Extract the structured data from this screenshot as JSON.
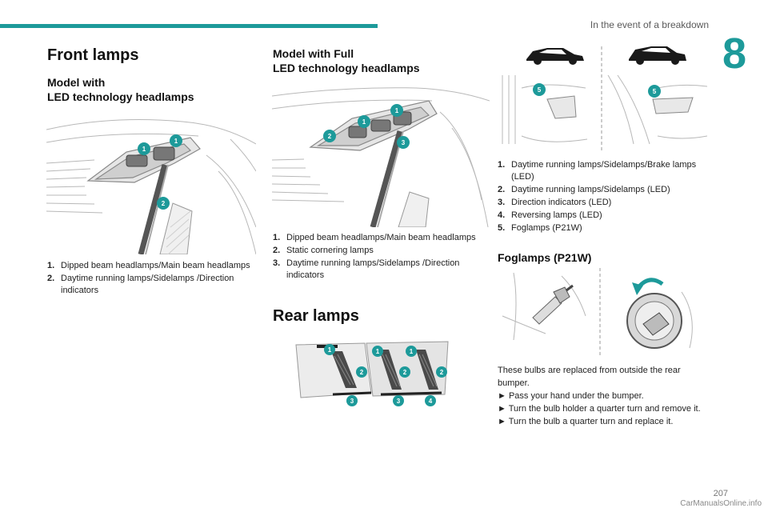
{
  "header": {
    "section_title": "In the event of a breakdown",
    "chapter_number": "8"
  },
  "footer": {
    "page_number": "207",
    "watermark": "CarManualsOnline.info"
  },
  "front_lamps": {
    "title": "Front lamps",
    "led_model": {
      "title_line1": "Model with",
      "title_line2": "LED technology headlamps",
      "markers": [
        "1",
        "1",
        "2"
      ],
      "legend": [
        {
          "num": "1.",
          "text": "Dipped beam headlamps/Main beam headlamps"
        },
        {
          "num": "2.",
          "text": "Daytime running lamps/Sidelamps /Direction indicators"
        }
      ]
    },
    "full_led_model": {
      "title_line1": "Model with Full",
      "title_line2": "LED technology headlamps",
      "markers": [
        "1",
        "1",
        "2",
        "3"
      ],
      "legend": [
        {
          "num": "1.",
          "text": "Dipped beam headlamps/Main beam headlamps"
        },
        {
          "num": "2.",
          "text": "Static cornering lamps"
        },
        {
          "num": "3.",
          "text": "Daytime running lamps/Sidelamps /Direction indicators"
        }
      ]
    }
  },
  "rear_lamps": {
    "title": "Rear lamps",
    "markers": [
      "1",
      "1",
      "1",
      "2",
      "2",
      "2",
      "3",
      "3",
      "4"
    ],
    "legend": [
      {
        "num": "1.",
        "text": "Daytime running lamps/Sidelamps/Brake lamps (LED)"
      },
      {
        "num": "2.",
        "text": "Daytime running lamps/Sidelamps (LED)"
      },
      {
        "num": "3.",
        "text": "Direction indicators (LED)"
      },
      {
        "num": "4.",
        "text": "Reversing lamps (LED)"
      },
      {
        "num": "5.",
        "text": "Foglamps (P21W)"
      }
    ],
    "fog_markers": [
      "5",
      "5"
    ]
  },
  "foglamps": {
    "title": "Foglamps (P21W)",
    "paragraphs": [
      "These bulbs are replaced from outside the rear bumper.",
      "► Pass your hand under the bumper.",
      "► Turn the bulb holder a quarter turn and remove it.",
      "► Turn the bulb a quarter turn and replace it."
    ]
  },
  "colors": {
    "accent": "#1d9a9a",
    "badge": "#1d9a9a"
  }
}
